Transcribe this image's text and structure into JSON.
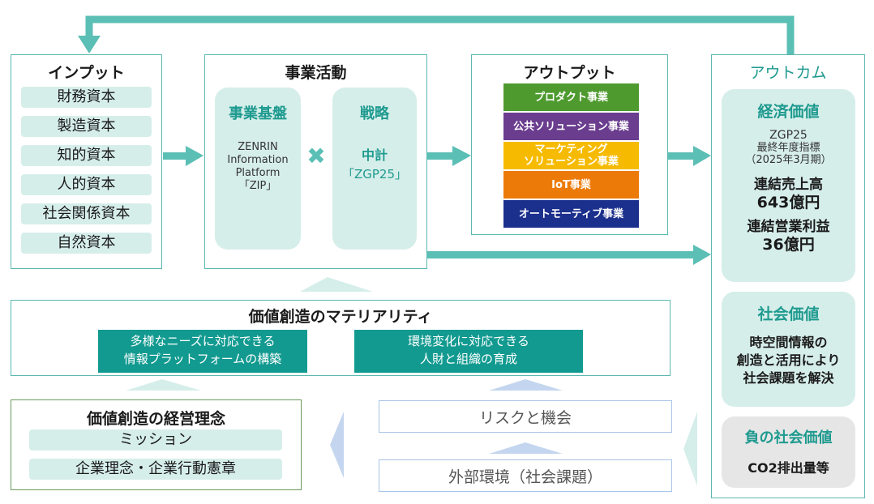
{
  "colors": {
    "frame": "#5bb8b0",
    "light_teal": "#d6eeea",
    "teal_text": "#1e9a8f",
    "arrow": "#5bbfb5",
    "materiality_box": "#129a90",
    "philosophy_border": "#6a9a5b",
    "pale_blue_arrow": "#c4d6ef",
    "gray_box": "#e6e6e6"
  },
  "input": {
    "title": "インプット",
    "items": [
      "財務資本",
      "製造資本",
      "知的資本",
      "人的資本",
      "社会関係資本",
      "自然資本"
    ]
  },
  "business": {
    "title": "事業活動",
    "foundation": {
      "title": "事業基盤",
      "line1": "ZENRIN",
      "line2": "Information",
      "line3": "Platform",
      "line4": "「ZIP」"
    },
    "cross_symbol": "✖",
    "strategy": {
      "title": "戦略",
      "line1": "中計",
      "line2": "「ZGP25」"
    }
  },
  "output": {
    "title": "アウトプット",
    "items": [
      {
        "line1": "プロダクト事業",
        "line2": "",
        "color": "#4e9a2f"
      },
      {
        "line1": "公共ソリューション事業",
        "line2": "",
        "color": "#6a3d8f"
      },
      {
        "line1": "マーケティング",
        "line2": "ソリューション事業",
        "color": "#f6bb00"
      },
      {
        "line1": "IoT事業",
        "line2": "",
        "color": "#ec7a08"
      },
      {
        "line1": "オートモーティブ事業",
        "line2": "",
        "color": "#1b2f8c"
      }
    ]
  },
  "outcome": {
    "title": "アウトカム",
    "economic": {
      "title": "経済価値",
      "target_line1": "ZGP25",
      "target_line2": "最終年度指標",
      "target_line3": "（2025年3月期）",
      "sales_label": "連結売上高",
      "sales_value": "643億円",
      "profit_label": "連結営業利益",
      "profit_value": "36億円"
    },
    "social": {
      "title": "社会価値",
      "line1": "時空間情報の",
      "line2": "創造と活用により",
      "line3": "社会課題を解決"
    },
    "negative": {
      "title": "負の社会価値",
      "line1": "CO2排出量等"
    }
  },
  "materiality": {
    "title": "価値創造のマテリアリティ",
    "box1": {
      "line1": "多様なニーズに対応できる",
      "line2": "情報プラットフォームの構築"
    },
    "box2": {
      "line1": "環境変化に対応できる",
      "line2": "人財と組織の育成"
    }
  },
  "philosophy": {
    "title": "価値創造の経営理念",
    "items": [
      "ミッション",
      "企業理念・企業行動憲章"
    ]
  },
  "risk": {
    "label": "リスクと機会"
  },
  "environment": {
    "label": "外部環境（社会課題）"
  }
}
